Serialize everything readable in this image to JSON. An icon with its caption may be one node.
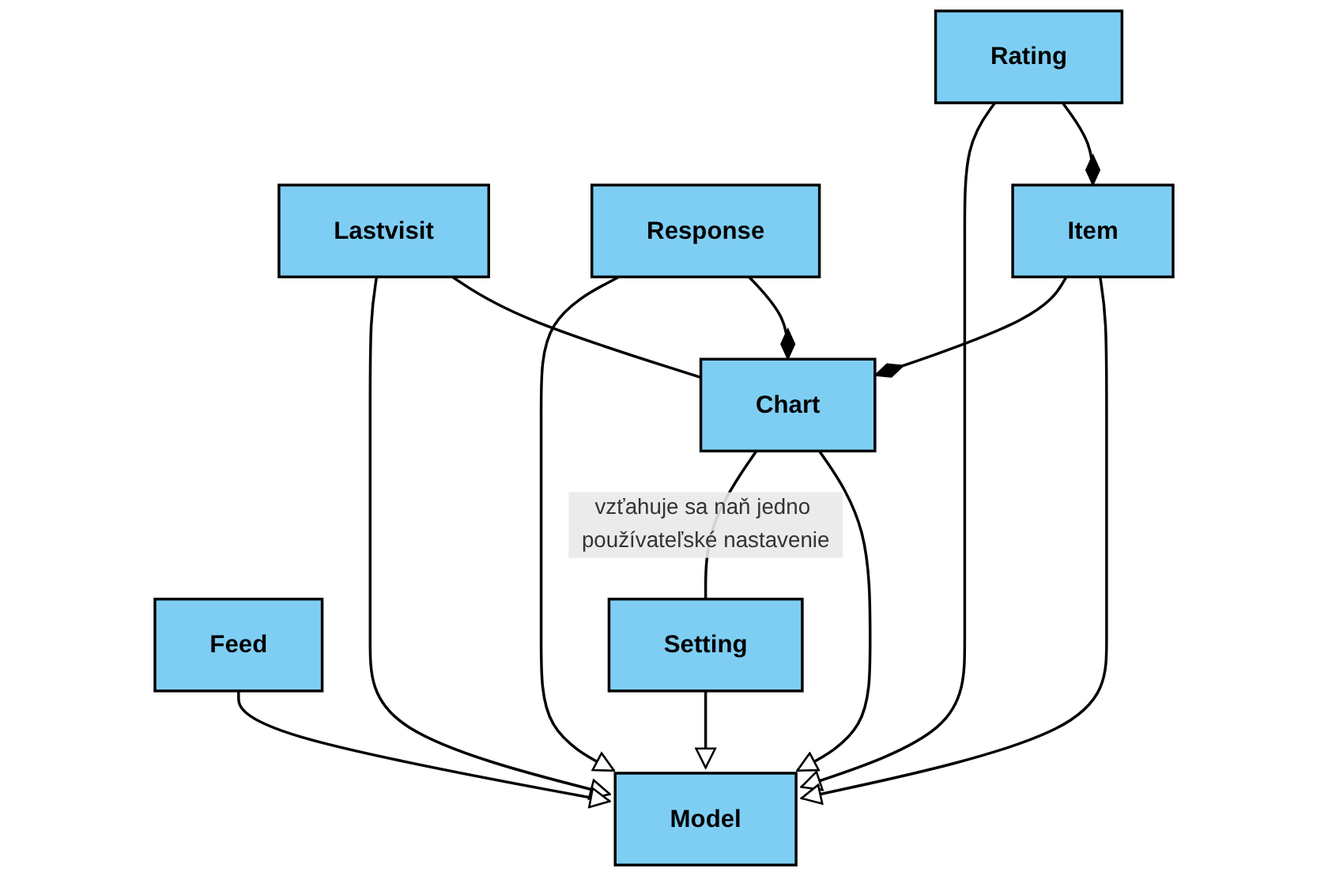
{
  "diagram": {
    "nodes": [
      {
        "text": [
          "Lastvisit"
        ]
      },
      {
        "text": [
          "Response"
        ]
      },
      {
        "text": [
          "Rating"
        ]
      },
      {
        "text": [
          "Chart"
        ]
      },
      {
        "text": [
          "Item"
        ]
      },
      {
        "text": [
          "Feed"
        ]
      },
      {
        "text": [
          "Setting"
        ]
      },
      {
        "text": [
          "Model"
        ]
      }
    ],
    "edges": [
      {
        "from": 0,
        "to": 7,
        "arrow": "to"
      },
      {
        "from": 1,
        "to": 7,
        "arrow": "to"
      },
      {
        "from": 2,
        "to": 7,
        "arrow": "to"
      },
      {
        "from": 0,
        "to": 3,
        "arrow": "none"
      },
      {
        "from": 1,
        "to": 3,
        "arrow": "other"
      },
      {
        "from": 2,
        "to": 4,
        "arrow": "other"
      },
      {
        "from": 4,
        "to": 3,
        "arrow": "other"
      },
      {
        "from": 5,
        "to": 7,
        "arrow": "to"
      },
      {
        "from": 3,
        "to": 6,
        "label": "vzťahuje sa naň jedno používateľské nastavenie",
        "arrow": "none"
      },
      {
        "from": 4,
        "to": 7,
        "arrow": "to"
      },
      {
        "from": 3,
        "to": 7,
        "arrow": "to"
      },
      {
        "from": 6,
        "to": 7,
        "arrow": "to"
      }
    ]
  }
}
